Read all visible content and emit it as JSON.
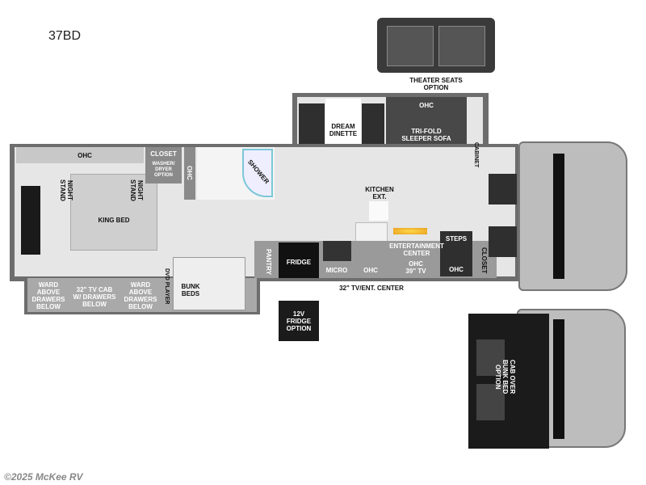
{
  "title": "37BD",
  "footer": "©2025 McKee RV",
  "theater_option": "THEATER SEATS\nOPTION",
  "labels": {
    "ohc_bed": "OHC",
    "closet": "CLOSET",
    "washer": "WASHER/\nDRYER\nOPTION",
    "ohc_bath": "OHC",
    "night_stand_left": "NIGHT\nSTAND",
    "night_stand_right": "NIGHT\nSTAND",
    "king_bed": "KING BED",
    "shower": "SHOWER",
    "ward_left": "WARD\nABOVE\nDRAWERS\nBELOW",
    "tv_cab": "32\" TV CAB\nW/ DRAWERS\nBELOW",
    "ward_right": "WARD\nABOVE\nDRAWERS\nBELOW",
    "dvd_player": "DVD PLAYER",
    "bunk_beds": "BUNK\nBEDS",
    "dream_dinette": "DREAM\nDINETTE",
    "ohc_sofa": "OHC",
    "sofa": "TRI-FOLD\nSLEEPER SOFA",
    "cabinet": "CABINET",
    "kitchen_ext": "KITCHEN\nEXT.",
    "pantry": "PANTRY",
    "fridge": "FRIDGE",
    "micro": "MICRO",
    "ohc_kitchen": "OHC",
    "entertainment": "ENTERTAINMENT\nCENTER",
    "ohc_tv": "OHC\n39\" TV",
    "steps": "STEPS",
    "ohc_steps": "OHC",
    "closet_front": "CLOSET",
    "tv_ent_center": "32\" TV/ENT. CENTER",
    "fridge_option": "12V\nFRIDGE\nOPTION",
    "cab_over": "CAB OVER\nBUNK BED\nOPTION"
  }
}
